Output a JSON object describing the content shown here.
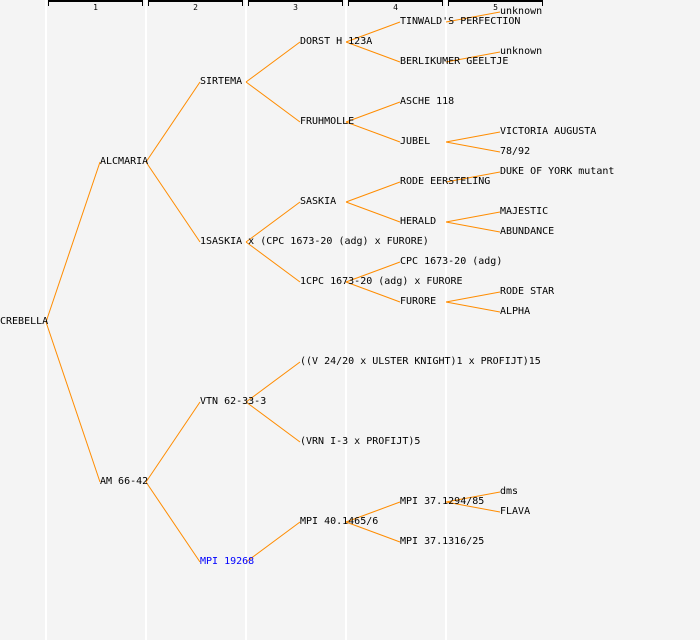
{
  "columns": [
    "1",
    "2",
    "3",
    "4",
    "5"
  ],
  "colors": {
    "line": "#ff8c00",
    "text": "#000000",
    "highlight": "#0000ff",
    "background": "#f4f4f4"
  },
  "tree": {
    "name": "CREBELLA",
    "children": [
      {
        "name": "ALCMARIA",
        "children": [
          {
            "name": "SIRTEMA",
            "children": [
              {
                "name": "DORST H 123A",
                "children": [
                  {
                    "name": "TINWALD'S PERFECTION",
                    "children": [
                      {
                        "name": "unknown"
                      },
                      null
                    ]
                  },
                  {
                    "name": "BERLIKUMER GEELTJE",
                    "children": [
                      {
                        "name": "unknown"
                      },
                      null
                    ]
                  }
                ]
              },
              {
                "name": "FRUHMOLLE",
                "children": [
                  {
                    "name": "ASCHE 118"
                  },
                  {
                    "name": "JUBEL",
                    "children": [
                      {
                        "name": "VICTORIA AUGUSTA"
                      },
                      {
                        "name": "78/92"
                      }
                    ]
                  }
                ]
              }
            ]
          },
          {
            "name": "1SASKIA x (CPC 1673-20 (adg) x FURORE)",
            "children": [
              {
                "name": "SASKIA",
                "children": [
                  {
                    "name": "RODE EERSTELING",
                    "children": [
                      {
                        "name": "DUKE OF YORK mutant"
                      },
                      null
                    ]
                  },
                  {
                    "name": "HERALD",
                    "children": [
                      {
                        "name": "MAJESTIC"
                      },
                      {
                        "name": "ABUNDANCE"
                      }
                    ]
                  }
                ]
              },
              {
                "name": "1CPC 1673-20 (adg) x FURORE",
                "children": [
                  {
                    "name": "CPC 1673-20 (adg)"
                  },
                  {
                    "name": "FURORE",
                    "children": [
                      {
                        "name": "RODE STAR"
                      },
                      {
                        "name": "ALPHA"
                      }
                    ]
                  }
                ]
              }
            ]
          }
        ]
      },
      {
        "name": "AM 66-42",
        "children": [
          {
            "name": "VTN 62-33-3",
            "children": [
              {
                "name": "((V 24/20 x ULSTER KNIGHT)1 x PROFIJT)15"
              },
              {
                "name": "(VRN I-3 x PROFIJT)5"
              }
            ]
          },
          {
            "name": "MPI 19268",
            "highlight": true,
            "children": [
              {
                "name": "MPI 40.1465/6",
                "children": [
                  {
                    "name": "MPI 37.1294/85",
                    "children": [
                      {
                        "name": "dms"
                      },
                      {
                        "name": "FLAVA"
                      }
                    ]
                  },
                  {
                    "name": "MPI 37.1316/25"
                  }
                ]
              },
              null
            ]
          }
        ]
      }
    ]
  }
}
